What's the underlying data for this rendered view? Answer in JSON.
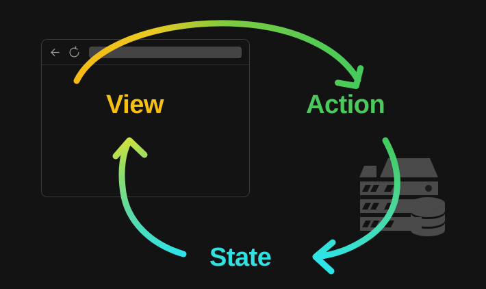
{
  "diagram": {
    "title": "View / Action / State cycle",
    "background_color": "#131313",
    "nodes": [
      {
        "id": "view",
        "label": "View",
        "color": "#F6C013"
      },
      {
        "id": "action",
        "label": "Action",
        "color": "#4CC95C"
      },
      {
        "id": "state",
        "label": "State",
        "color": "#31E0E0"
      }
    ],
    "edges": [
      {
        "id": "view-to-action",
        "from": "View",
        "to": "Action",
        "from_color": "#F6C013",
        "to_color": "#4CC95C",
        "direction": "clockwise-top"
      },
      {
        "id": "action-to-state",
        "from": "Action",
        "to": "State",
        "from_color": "#4CC95C",
        "to_color": "#31E0E0",
        "direction": "clockwise-right"
      },
      {
        "id": "state-to-view",
        "from": "State",
        "to": "View",
        "from_color": "#31E0E0",
        "to_color": "#CBE33F",
        "direction": "clockwise-left"
      }
    ]
  },
  "browser": {
    "back_icon": "arrow-left-icon",
    "reload_icon": "reload-icon",
    "address_value": "",
    "address_placeholder": "",
    "border_color": "#3a3a3a",
    "address_bar_color": "#444444",
    "icon_color": "#9a9a9a"
  },
  "infra": {
    "server_icon": "server-rack-icon",
    "database_icon": "database-cylinder-icon",
    "color": "#4a4a4a"
  }
}
